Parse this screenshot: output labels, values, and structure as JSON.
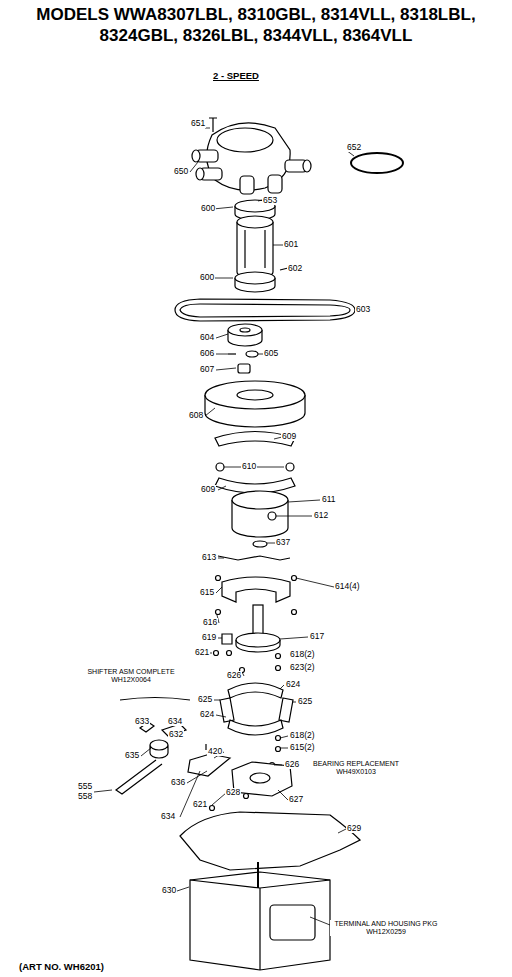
{
  "diagram": {
    "title": "MODELS WWA8307LBL, 8310GBL, 8314VLL, 8318LBL, 8324GBL, 8326LBL, 8344VLL, 8364VLL",
    "labels": [
      "2 - SPEED",
      "651",
      "650",
      "652",
      "653",
      "600",
      "601",
      "600",
      "602",
      "603",
      "604",
      "606",
      "605",
      "607",
      "608",
      "609",
      "610",
      "609",
      "611",
      "612",
      "637",
      "613",
      "614(4)",
      "615",
      "616",
      "619",
      "617",
      "621",
      "618(2)",
      "623(2)",
      "626",
      "624",
      "SHIFTER ASM COMPLETE WH12X0064",
      "625",
      "625",
      "624",
      "633",
      "634",
      "632",
      "618(2)",
      "615(2)",
      "420",
      "635",
      "626",
      "BEARING REPLACEMENT WH49X0103",
      "628",
      "636",
      "555",
      "558",
      "627",
      "621",
      "634",
      "629",
      "630",
      "TERMINAL AND HOUSING PKG WH12X0259",
      "(ART NO. WH6201)"
    ]
  }
}
